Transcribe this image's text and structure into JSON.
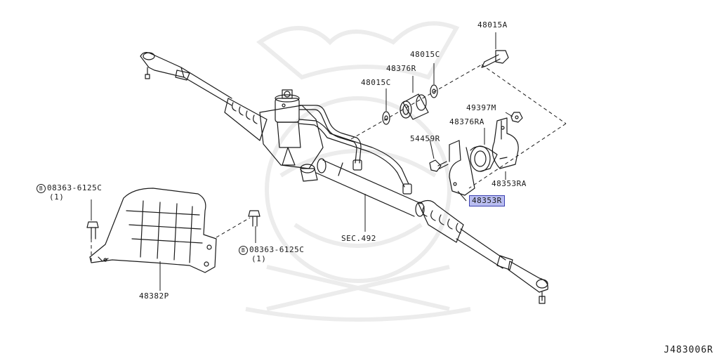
{
  "labels": {
    "p48015a": "48015A",
    "p48015c_top": "48015C",
    "p48376r": "48376R",
    "p48015c_left": "48015C",
    "p49397m": "49397M",
    "p48376ra": "48376RA",
    "p54459r": "54459R",
    "p48353ra": "48353RA",
    "p48353r": "48353R",
    "sec492": "SEC.492",
    "bolt1_code": "08363-6125C",
    "bolt1_qty": "(1)",
    "bolt2_code": "08363-6125C",
    "bolt2_qty": "(1)",
    "p48382p": "48382P",
    "bolt_prefix": "B"
  },
  "diagram_code": "J483006R",
  "colors": {
    "line": "#1a1a1a",
    "highlight_fill": "#b9bdf0",
    "highlight_border": "#3b40b0",
    "watermark": "#ececec"
  },
  "icons": [
    "bolt-circle-b-icon"
  ]
}
